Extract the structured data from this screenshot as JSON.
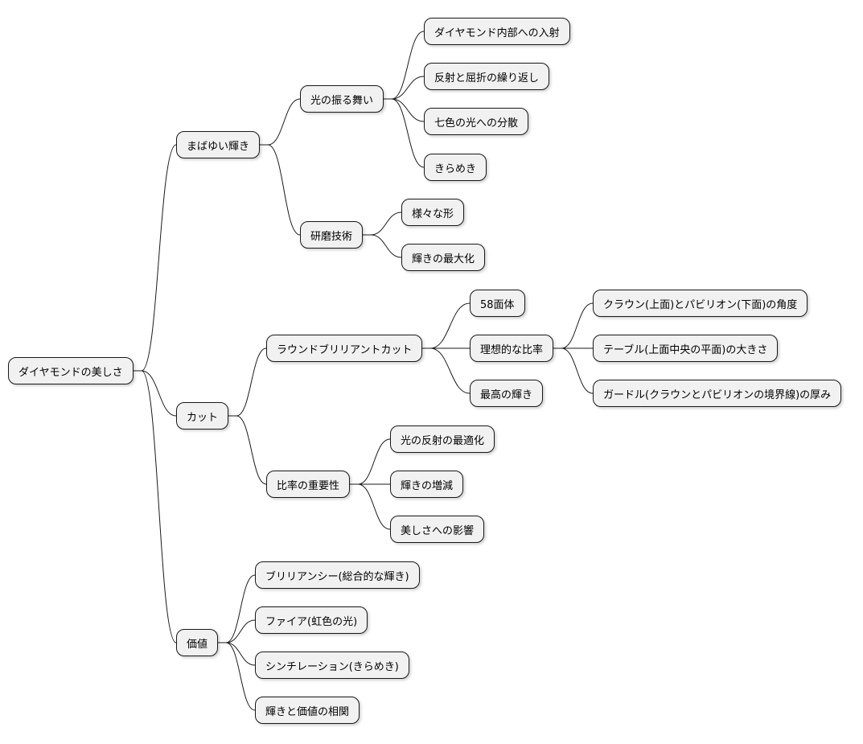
{
  "colors": {
    "node_fill": "#f1f1f1",
    "node_border": "#181818",
    "edge": "#1a1a1a",
    "background": "#ffffff"
  },
  "root": {
    "label": "ダイヤモンドの美しさ",
    "children": [
      {
        "label": "まばゆい輝き",
        "children": [
          {
            "label": "光の振る舞い",
            "children": [
              {
                "label": "ダイヤモンド内部への入射"
              },
              {
                "label": "反射と屈折の繰り返し"
              },
              {
                "label": "七色の光への分散"
              },
              {
                "label": "きらめき"
              }
            ]
          },
          {
            "label": "研磨技術",
            "children": [
              {
                "label": "様々な形"
              },
              {
                "label": "輝きの最大化"
              }
            ]
          }
        ]
      },
      {
        "label": "カット",
        "children": [
          {
            "label": "ラウンドブリリアントカット",
            "children": [
              {
                "label": "58面体"
              },
              {
                "label": "理想的な比率",
                "children": [
                  {
                    "label": "クラウン(上面)とパビリオン(下面)の角度"
                  },
                  {
                    "label": "テーブル(上面中央の平面)の大きさ"
                  },
                  {
                    "label": "ガードル(クラウンとパビリオンの境界線)の厚み"
                  }
                ]
              },
              {
                "label": "最高の輝き"
              }
            ]
          },
          {
            "label": "比率の重要性",
            "children": [
              {
                "label": "光の反射の最適化"
              },
              {
                "label": "輝きの増減"
              },
              {
                "label": "美しさへの影響"
              }
            ]
          }
        ]
      },
      {
        "label": "価値",
        "children": [
          {
            "label": "ブリリアンシー(総合的な輝き)"
          },
          {
            "label": "ファイア(虹色の光)"
          },
          {
            "label": "シンチレーション(きらめき)"
          },
          {
            "label": "輝きと価値の相関"
          }
        ]
      }
    ]
  }
}
